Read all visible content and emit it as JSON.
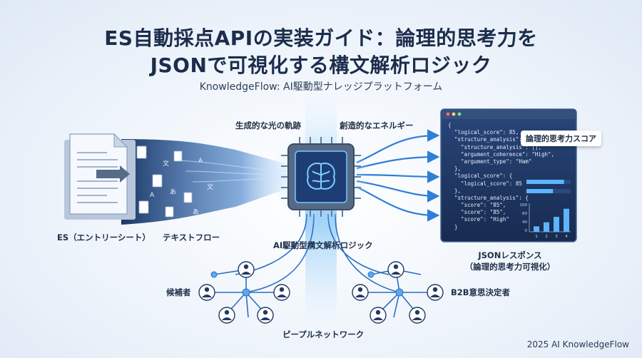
{
  "title": {
    "line1": "ES自動採点APIの実装ガイド：論理的思考力を",
    "line2": "JSONで可視化する構文解析ロジック"
  },
  "subtitle": "KnowledgeFlow: AI駆動型ナレッジプラットフォーム",
  "labels": {
    "es": "ES（エントリーシート）",
    "text_flow": "テキストフロー",
    "light_trail": "生成的な光の軌跡",
    "creative_energy": "創造的なエネルギー",
    "ai_logic": "AI駆動型構文解析ロジック",
    "json_response_1": "JSONレスポンス",
    "json_response_2": "（論理的思考力可視化）",
    "candidate": "候補者",
    "b2b": "B2B意思決定者",
    "people_network": "ピープルネットワーク"
  },
  "badge": "論理的思考力スコア",
  "code_lines": [
    "{",
    "  \"logical_score\": 85,",
    "  \"structure_analysis\": {",
    "    \"structure_analysis\": [],",
    "    \"argument_coherence\": \"High\",",
    "    \"argument_type\": \"Ham\"",
    "  },",
    "  \"logical_score\": {",
    "    \"logical_score\": 85",
    "  },",
    "  \"structure_analysis\": {",
    "    \"score\": \"85\",",
    "    \"score\": \"85\",",
    "    \"score\": \"High\"",
    "  }"
  ],
  "mini_chart": {
    "type": "bar",
    "categories": [
      "1",
      "2",
      "3",
      "4"
    ],
    "values": [
      20,
      35,
      55,
      85
    ],
    "y_ticks": [
      "100",
      "60",
      "40",
      "0"
    ],
    "hbar_values": [
      0.85,
      0.6
    ]
  },
  "footer": "2025 AI KnowledgeFlow",
  "colors": {
    "accent": "#2f7fd8",
    "dark": "#1c2d4c",
    "panel": "#1e355f"
  }
}
